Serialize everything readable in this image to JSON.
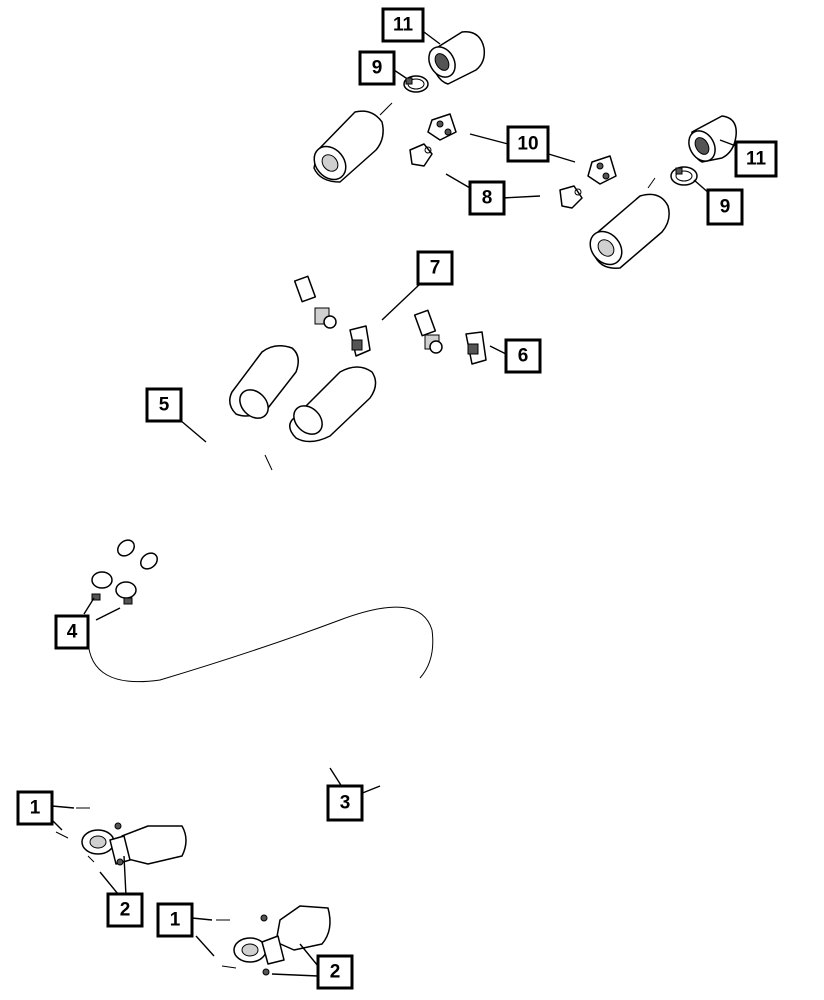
{
  "callouts": [
    {
      "id": "c11a",
      "label": "11"
    },
    {
      "id": "c9a",
      "label": "9"
    },
    {
      "id": "c10",
      "label": "10"
    },
    {
      "id": "c11b",
      "label": "11"
    },
    {
      "id": "c8",
      "label": "8"
    },
    {
      "id": "c9b",
      "label": "9"
    },
    {
      "id": "c7",
      "label": "7"
    },
    {
      "id": "c6",
      "label": "6"
    },
    {
      "id": "c5",
      "label": "5"
    },
    {
      "id": "c4",
      "label": "4"
    },
    {
      "id": "c3",
      "label": "3"
    },
    {
      "id": "c1a",
      "label": "1"
    },
    {
      "id": "c2a",
      "label": "2"
    },
    {
      "id": "c1b",
      "label": "1"
    },
    {
      "id": "c2b",
      "label": "2"
    }
  ]
}
